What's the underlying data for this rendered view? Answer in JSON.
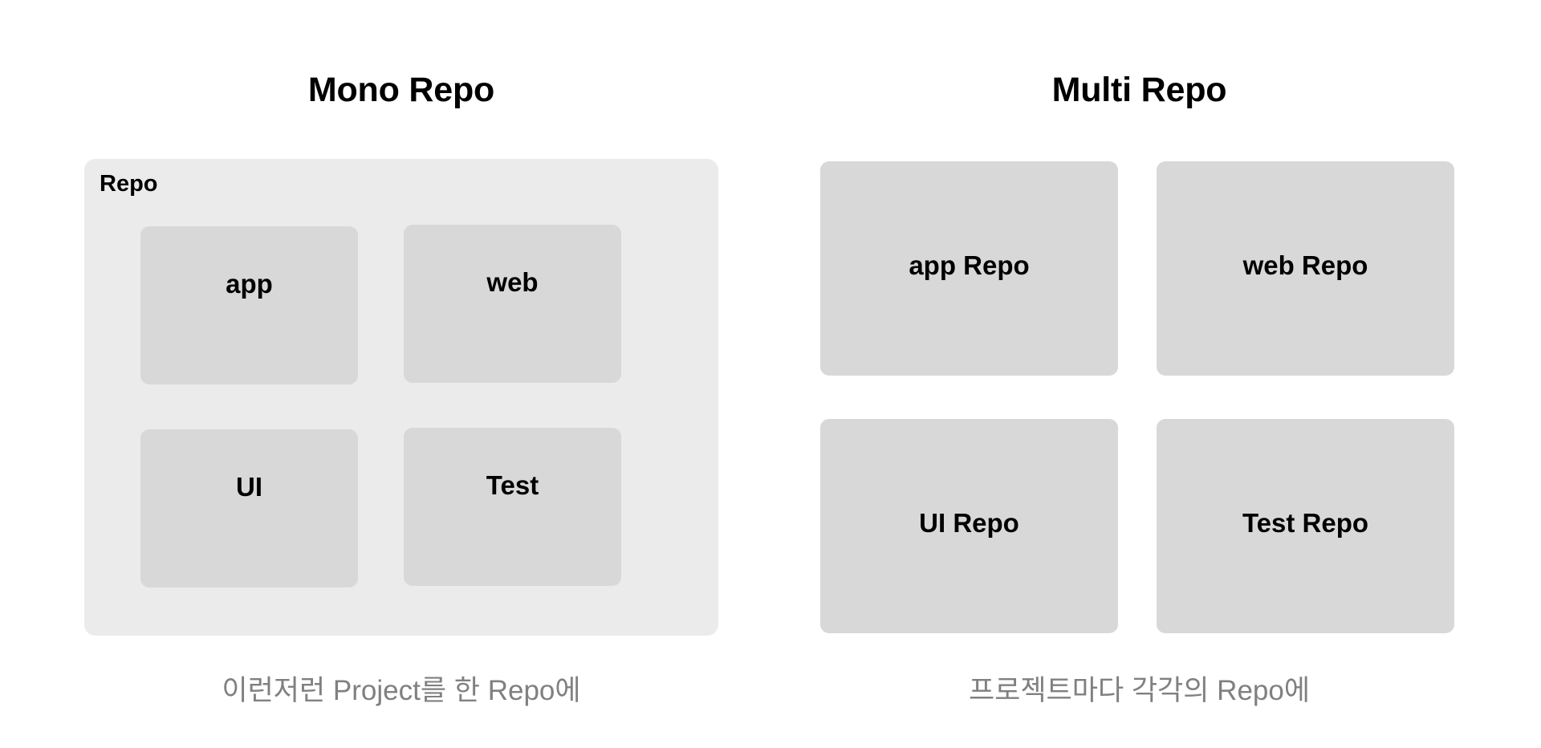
{
  "colors": {
    "page_background": "#ffffff",
    "container_fill": "#ebebeb",
    "box_fill": "#d8d8d8",
    "label_text": "#000000",
    "caption_text": "#808080"
  },
  "panels": [
    {
      "id": "mono",
      "title": "Mono Repo",
      "container_label": "Repo",
      "boxes": [
        {
          "label": "app"
        },
        {
          "label": "web"
        },
        {
          "label": "UI"
        },
        {
          "label": "Test"
        }
      ],
      "caption": "이런저런 Project를 한 Repo에"
    },
    {
      "id": "multi",
      "title": "Multi Repo",
      "boxes": [
        {
          "label": "app Repo"
        },
        {
          "label": "web Repo"
        },
        {
          "label": "UI Repo"
        },
        {
          "label": "Test Repo"
        }
      ],
      "caption": "프로젝트마다 각각의 Repo에"
    }
  ]
}
